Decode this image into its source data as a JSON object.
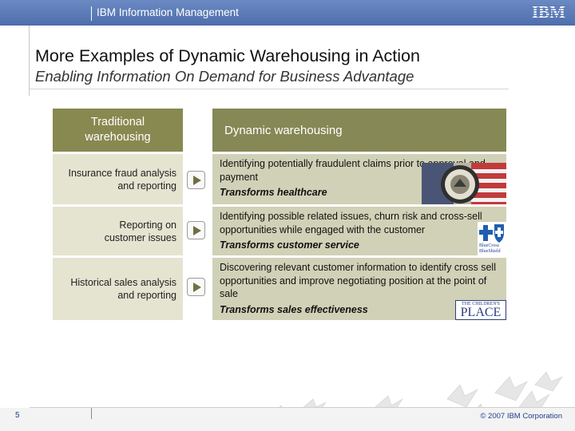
{
  "header": {
    "title": "IBM Information Management",
    "logo_text": "IBM",
    "bar_color": "#5B7BB7"
  },
  "slide": {
    "heading": "More Examples of Dynamic Warehousing in Action",
    "subheading": "Enabling Information On Demand for Business Advantage"
  },
  "table": {
    "traditional_header": "Traditional warehousing",
    "dynamic_header": "Dynamic warehousing",
    "rows": [
      {
        "traditional": "Insurance fraud analysis and reporting",
        "dynamic": "Identifying potentially fraudulent claims prior to approval and payment",
        "result": "Transforms healthcare",
        "logo": "government-seal-flag"
      },
      {
        "traditional": "Reporting on customer issues",
        "dynamic": "Identifying possible related issues, churn risk and cross-sell opportunities while engaged with the customer",
        "result": "Transforms customer service",
        "logo": "BlueCross BlueShield"
      },
      {
        "traditional": "Historical sales analysis and reporting",
        "dynamic": "Discovering relevant customer information to identify cross sell opportunities and improve negotiating position at the point of sale",
        "result": "Transforms sales effectiveness",
        "logo": "THE CHILDREN'S PLACE"
      }
    ],
    "colors": {
      "header_bg": "#878950",
      "traditional_cell": "#e4e4d1",
      "dynamic_cell": "#d0d1b6"
    }
  },
  "logos": {
    "bcbs_top": "BlueCross",
    "bcbs_bottom": "BlueShield",
    "place_top": "THE CHILDREN'S",
    "place_bottom": "PLACE"
  },
  "footer": {
    "page_number": "5",
    "copyright": "© 2007 IBM Corporation"
  }
}
